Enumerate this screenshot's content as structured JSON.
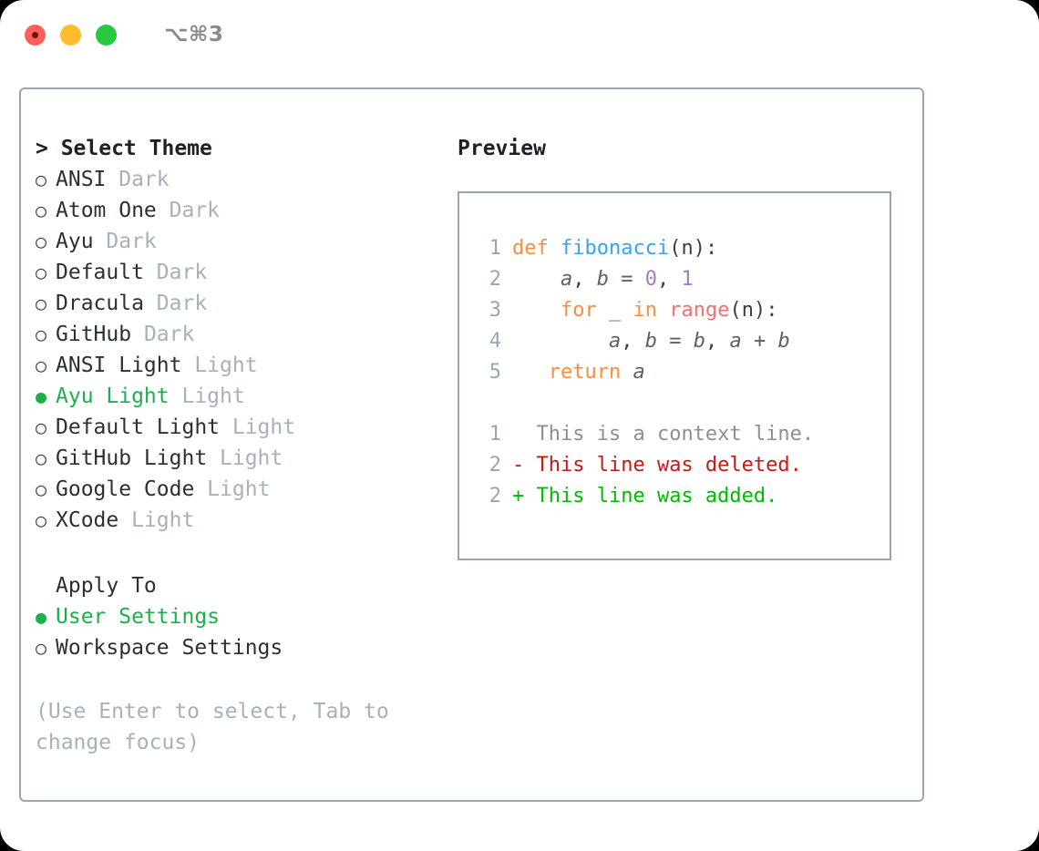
{
  "titlebar": {
    "shortcut": "⌥⌘3",
    "lights": [
      "close",
      "minimize",
      "maximize"
    ]
  },
  "theme_picker": {
    "heading": "> Select Theme",
    "radio_unselected_glyph": "○",
    "radio_selected_glyph": "●",
    "selected_theme": "Ayu Light",
    "items": [
      {
        "marker": "○",
        "name": "ANSI",
        "variant": " Dark",
        "selected": false
      },
      {
        "marker": "○",
        "name": "Atom One",
        "variant": " Dark",
        "selected": false
      },
      {
        "marker": "○",
        "name": "Ayu",
        "variant": " Dark",
        "selected": false
      },
      {
        "marker": "○",
        "name": "Default",
        "variant": " Dark",
        "selected": false
      },
      {
        "marker": "○",
        "name": "Dracula",
        "variant": " Dark",
        "selected": false
      },
      {
        "marker": "○",
        "name": "GitHub",
        "variant": " Dark",
        "selected": false
      },
      {
        "marker": "○",
        "name": "ANSI Light",
        "variant": " Light",
        "selected": false
      },
      {
        "marker": "●",
        "name": "Ayu Light",
        "variant": " Light",
        "selected": true
      },
      {
        "marker": "○",
        "name": "Default Light",
        "variant": " Light",
        "selected": false
      },
      {
        "marker": "○",
        "name": "GitHub Light",
        "variant": " Light",
        "selected": false
      },
      {
        "marker": "○",
        "name": "Google Code",
        "variant": " Light",
        "selected": false
      },
      {
        "marker": "○",
        "name": "XCode",
        "variant": " Light",
        "selected": false
      }
    ]
  },
  "apply_to": {
    "heading": "Apply To",
    "selected": "User Settings",
    "items": [
      {
        "marker": "●",
        "name": "User Settings",
        "selected": true
      },
      {
        "marker": "○",
        "name": "Workspace Settings",
        "selected": false
      }
    ]
  },
  "hint": "(Use Enter to select, Tab to change focus)",
  "preview": {
    "label": "Preview",
    "code_lines": [
      {
        "lineno": "1",
        "tokens": [
          {
            "t": "def",
            "c": "kw"
          },
          {
            "t": " ",
            "c": "plain"
          },
          {
            "t": "fibonacci",
            "c": "fn"
          },
          {
            "t": "(n):",
            "c": "punc"
          }
        ]
      },
      {
        "lineno": "2",
        "tokens": [
          {
            "t": "    ",
            "c": "plain"
          },
          {
            "t": "a",
            "c": "id"
          },
          {
            "t": ", ",
            "c": "punc"
          },
          {
            "t": "b",
            "c": "id"
          },
          {
            "t": " = ",
            "c": "op"
          },
          {
            "t": "0",
            "c": "num"
          },
          {
            "t": ", ",
            "c": "punc"
          },
          {
            "t": "1",
            "c": "num"
          }
        ]
      },
      {
        "lineno": "3",
        "tokens": [
          {
            "t": "    ",
            "c": "plain"
          },
          {
            "t": "for",
            "c": "kw"
          },
          {
            "t": " ",
            "c": "plain"
          },
          {
            "t": "_",
            "c": "id"
          },
          {
            "t": " ",
            "c": "plain"
          },
          {
            "t": "in",
            "c": "kw"
          },
          {
            "t": " ",
            "c": "plain"
          },
          {
            "t": "range",
            "c": "bi"
          },
          {
            "t": "(n):",
            "c": "punc"
          }
        ]
      },
      {
        "lineno": "4",
        "tokens": [
          {
            "t": "        ",
            "c": "plain"
          },
          {
            "t": "a",
            "c": "id"
          },
          {
            "t": ", ",
            "c": "punc"
          },
          {
            "t": "b",
            "c": "id"
          },
          {
            "t": " = ",
            "c": "op"
          },
          {
            "t": "b",
            "c": "id"
          },
          {
            "t": ", ",
            "c": "punc"
          },
          {
            "t": "a",
            "c": "id"
          },
          {
            "t": " + ",
            "c": "op"
          },
          {
            "t": "b",
            "c": "id"
          }
        ]
      },
      {
        "lineno": "5",
        "tokens": [
          {
            "t": "   ",
            "c": "plain"
          },
          {
            "t": "return",
            "c": "kw"
          },
          {
            "t": " ",
            "c": "plain"
          },
          {
            "t": "a",
            "c": "id"
          }
        ]
      }
    ],
    "diff_lines": [
      {
        "lineno": "1",
        "sign": "  ",
        "text": "This is a context line.",
        "kind": "diff-ctx"
      },
      {
        "lineno": "2",
        "sign": "- ",
        "text": "This line was deleted.",
        "kind": "diff-del"
      },
      {
        "lineno": "2",
        "sign": "+ ",
        "text": "This line was added.",
        "kind": "diff-add"
      }
    ]
  },
  "colors": {
    "accent_green": "#1DAF4B",
    "keyword_orange": "#FA8D3E",
    "function_blue": "#36A3F7",
    "number_purple": "#A37ACC",
    "builtin_red": "#F07171",
    "border_gray": "#9AA5B4",
    "muted_gray": "#A8B0BC",
    "diff_deleted": "#C41A16",
    "diff_added": "#00BB00",
    "light_red": "#FF6059",
    "light_yellow": "#FFBD2E",
    "light_green": "#28C840"
  }
}
